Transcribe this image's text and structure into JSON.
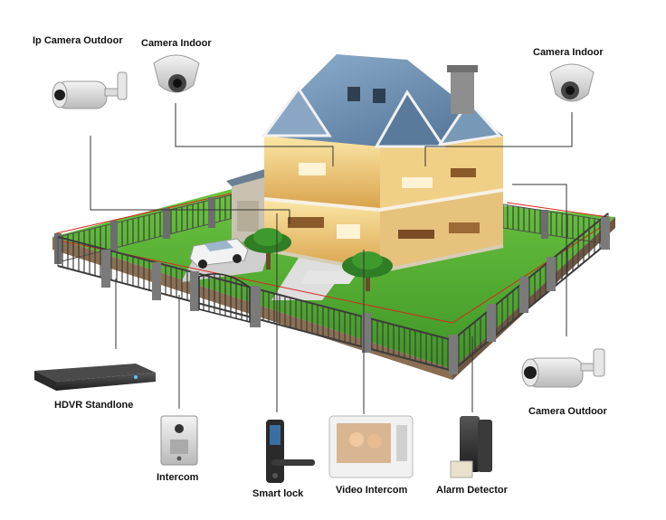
{
  "devices": {
    "ip_camera_outdoor": "Ip Camera Outdoor",
    "camera_indoor_left": "Camera Indoor",
    "camera_indoor_right": "Camera Indoor",
    "hdvr_standalone": "HDVR Standlone",
    "intercom": "Intercom",
    "smart_lock": "Smart lock",
    "video_intercom": "Video Intercom",
    "alarm_detector": "Alarm Detector",
    "camera_outdoor": "Camera Outdoor"
  },
  "colors": {
    "roof": "#6f8fae",
    "lawn": "#59b234",
    "fence": "#4d4d4d",
    "connector_line": "#333333",
    "alarm_beam": "#d9261c",
    "interior_light": "#f3d27a"
  }
}
